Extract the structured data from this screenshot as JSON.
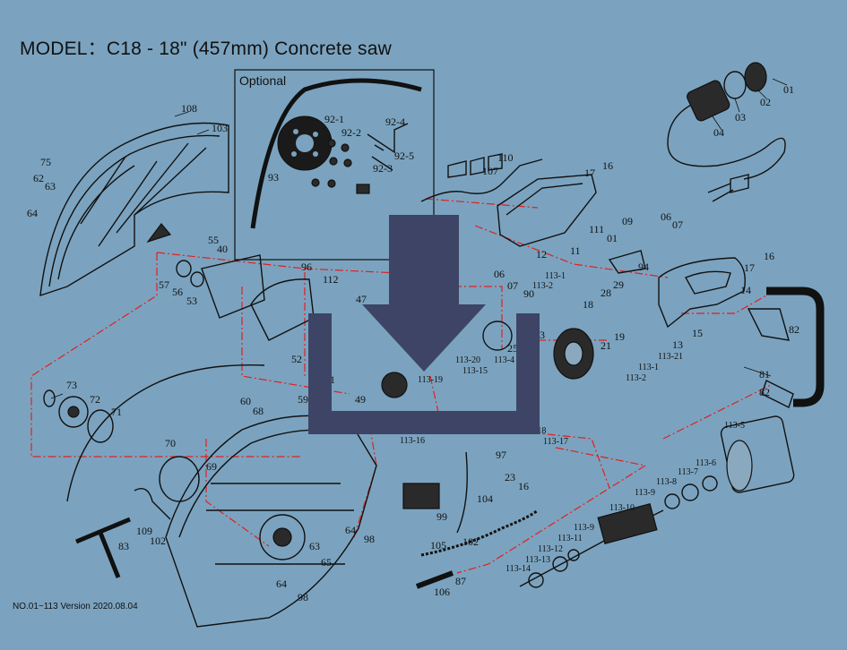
{
  "title": "MODEL：C18 - 18\" (457mm) Concrete saw",
  "version_note": "NO.01~113  Version 2020.08.04",
  "optional_label": "Optional",
  "colors": {
    "background": "#7ba3bf",
    "dashed_line": "#e02020",
    "download_icon": "#3d4466"
  },
  "icons": {
    "download": "download-icon"
  },
  "parts": {
    "p01a": "01",
    "p02": "02",
    "p03": "03",
    "p04": "04",
    "p108": "108",
    "p103": "103",
    "p75": "75",
    "p62": "62",
    "p63a": "63",
    "p64a": "64",
    "p92_1": "92-1",
    "p92_2": "92-2",
    "p92_3": "92-3",
    "p92_4": "92-4",
    "p92_5": "92-5",
    "p93": "93",
    "p110": "110",
    "p107": "107",
    "p16a": "16",
    "p17a": "17",
    "p09": "09",
    "p06a": "06",
    "p07a": "07",
    "p111": "111",
    "p01b": "01",
    "p12": "12",
    "p11": "11",
    "p94": "94",
    "p06b": "06",
    "p07b": "07",
    "p113_1": "113-1",
    "p113_2a": "113-2",
    "p90": "90",
    "p28": "28",
    "p29": "29",
    "p18": "18",
    "p16b": "16",
    "p17b": "17",
    "p14": "14",
    "p15": "15",
    "p13": "13",
    "p82a": "82",
    "p81": "81",
    "p82b": "82",
    "p55": "55",
    "p40": "40",
    "p96": "96",
    "p112": "112",
    "p57": "57",
    "p56": "56",
    "p53": "53",
    "p47": "47",
    "p52": "52",
    "p51": "51",
    "p49": "49",
    "p25": "25",
    "p3": "3",
    "p113_20": "113-20",
    "p113_4": "113-4",
    "p113_15": "113-15",
    "p113_19": "113-19",
    "p21": "21",
    "p19": "19",
    "p113_21": "113-21",
    "p113_1b": "113-1",
    "p113_2b": "113-2",
    "p73": "73",
    "p72": "72",
    "p71": "71",
    "p60": "60",
    "p68": "68",
    "p59": "59",
    "p113_16": "113-16",
    "p18b": "-18",
    "p113_17": "113-17",
    "p97": "97",
    "p23": "23",
    "p16c": "16",
    "p113_5": "113-5",
    "p113_6": "113-6",
    "p113_7": "113-7",
    "p113_8": "113-8",
    "p113_9a": "113-9",
    "p113_10": "113-10",
    "p113_9b": "113-9",
    "p113_11": "113-11",
    "p113_12": "113-12",
    "p113_13": "113-13",
    "p113_14": "113-14",
    "p70": "70",
    "p69": "69",
    "p109": "109",
    "p102a": "102",
    "p83": "83",
    "p99": "99",
    "p104": "104",
    "p105": "105",
    "p102b": "102",
    "p106": "106",
    "p87": "87",
    "p64b": "64",
    "p63b": "63",
    "p98a": "98",
    "p65": "65",
    "p64c": "64",
    "p98b": "98"
  }
}
